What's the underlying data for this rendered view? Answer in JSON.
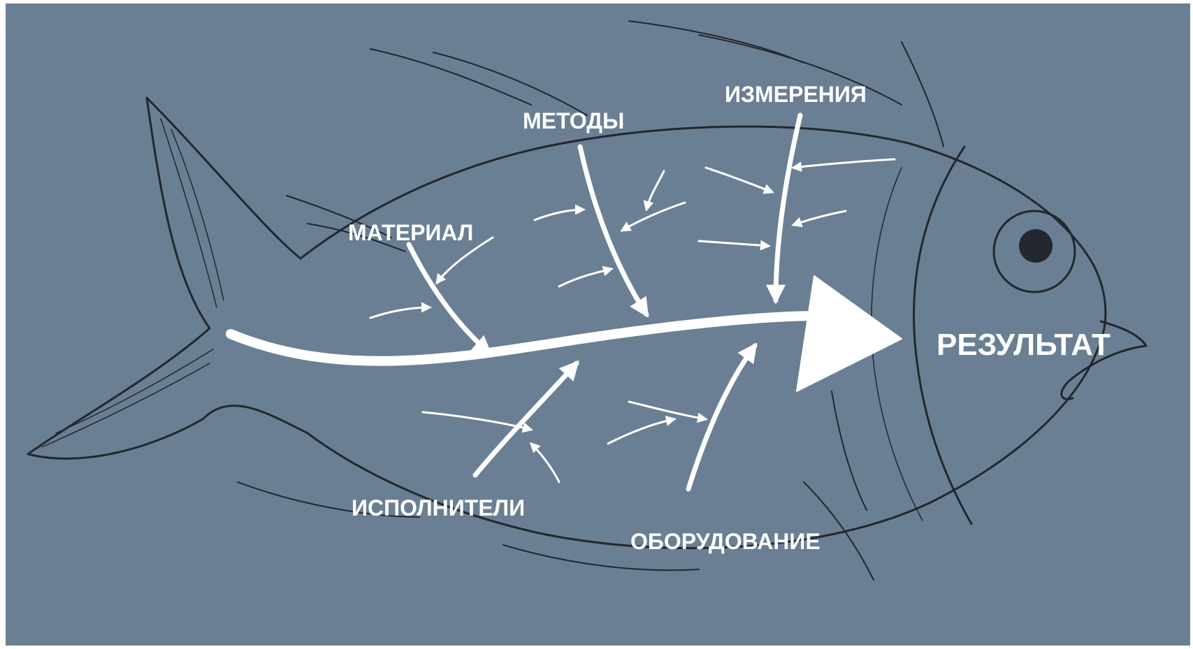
{
  "diagram": {
    "type": "ishikawa-fishbone",
    "effect": "РЕЗУЛЬТАТ",
    "causes": [
      {
        "id": "material",
        "label": "МАТЕРИАЛ"
      },
      {
        "id": "methods",
        "label": "МЕТОДЫ"
      },
      {
        "id": "measurements",
        "label": "ИЗМЕРЕНИЯ"
      },
      {
        "id": "performers",
        "label": "ИСПОЛНИТЕЛИ"
      },
      {
        "id": "equipment",
        "label": "ОБОРУДОВАНИЕ"
      }
    ]
  },
  "colors": {
    "background": "#6a7f93",
    "sketch_lines": "#23272e",
    "chalk": "#ffffff",
    "border": "#ffffff"
  }
}
